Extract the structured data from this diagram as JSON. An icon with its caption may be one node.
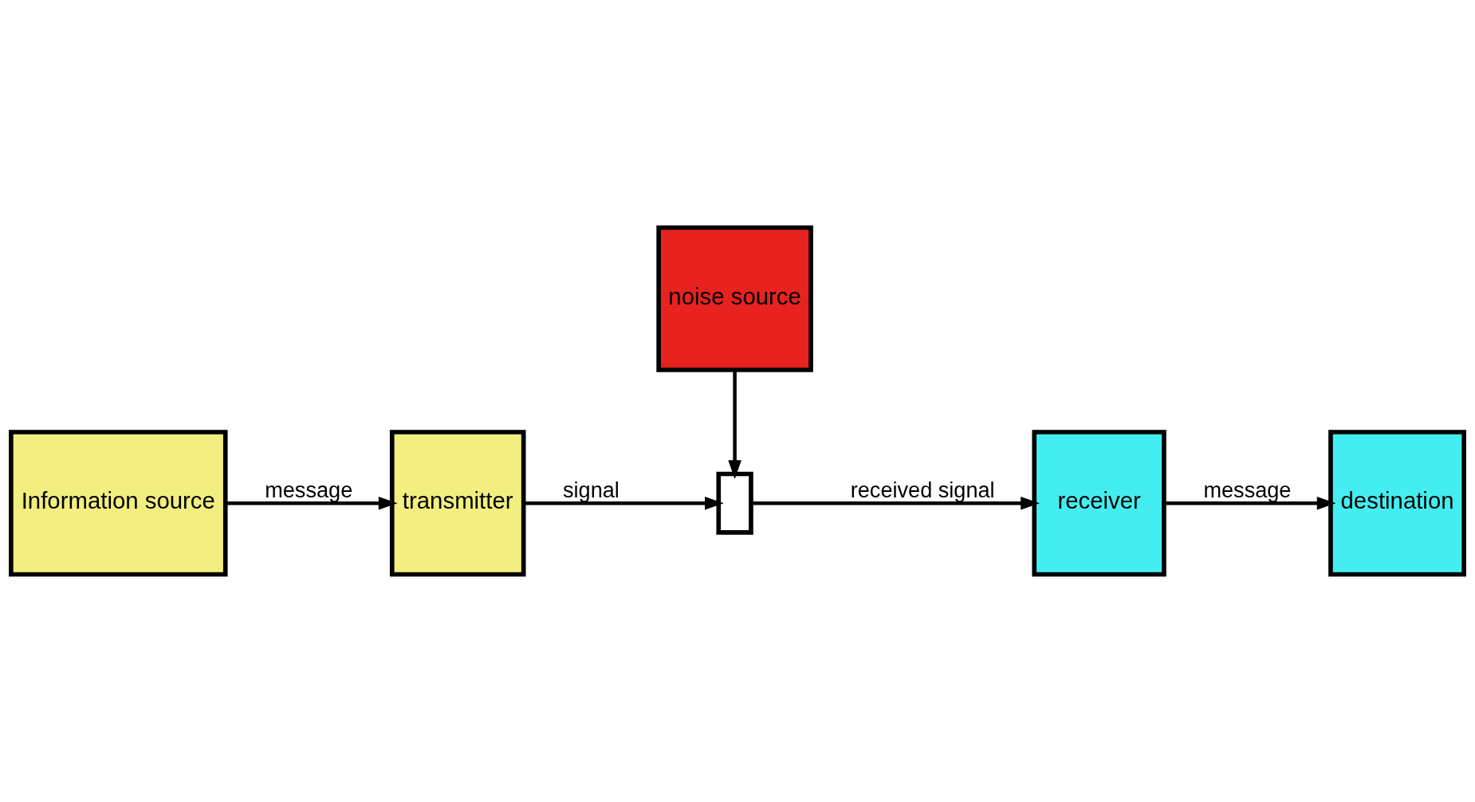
{
  "diagram": {
    "nodes": [
      {
        "text": [
          "Information source"
        ]
      },
      {
        "text": [
          "transmitter"
        ]
      },
      {
        "text": [],
        "shape": "box"
      },
      {
        "text": [
          "receiver"
        ]
      },
      {
        "text": [
          "destination"
        ]
      },
      {
        "text": [
          "noise source"
        ]
      }
    ],
    "edges": [
      {
        "from": 0,
        "to": 1,
        "arrow": "to",
        "label": "message"
      },
      {
        "from": 1,
        "to": 2,
        "arrow": "to",
        "label": "signal"
      },
      {
        "from": 2,
        "to": 3,
        "arrow": "to",
        "label": "received signal"
      },
      {
        "from": 3,
        "to": 4,
        "arrow": "to",
        "label": "message"
      },
      {
        "from": 5,
        "to": 2,
        "arrow": "to"
      }
    ]
  }
}
